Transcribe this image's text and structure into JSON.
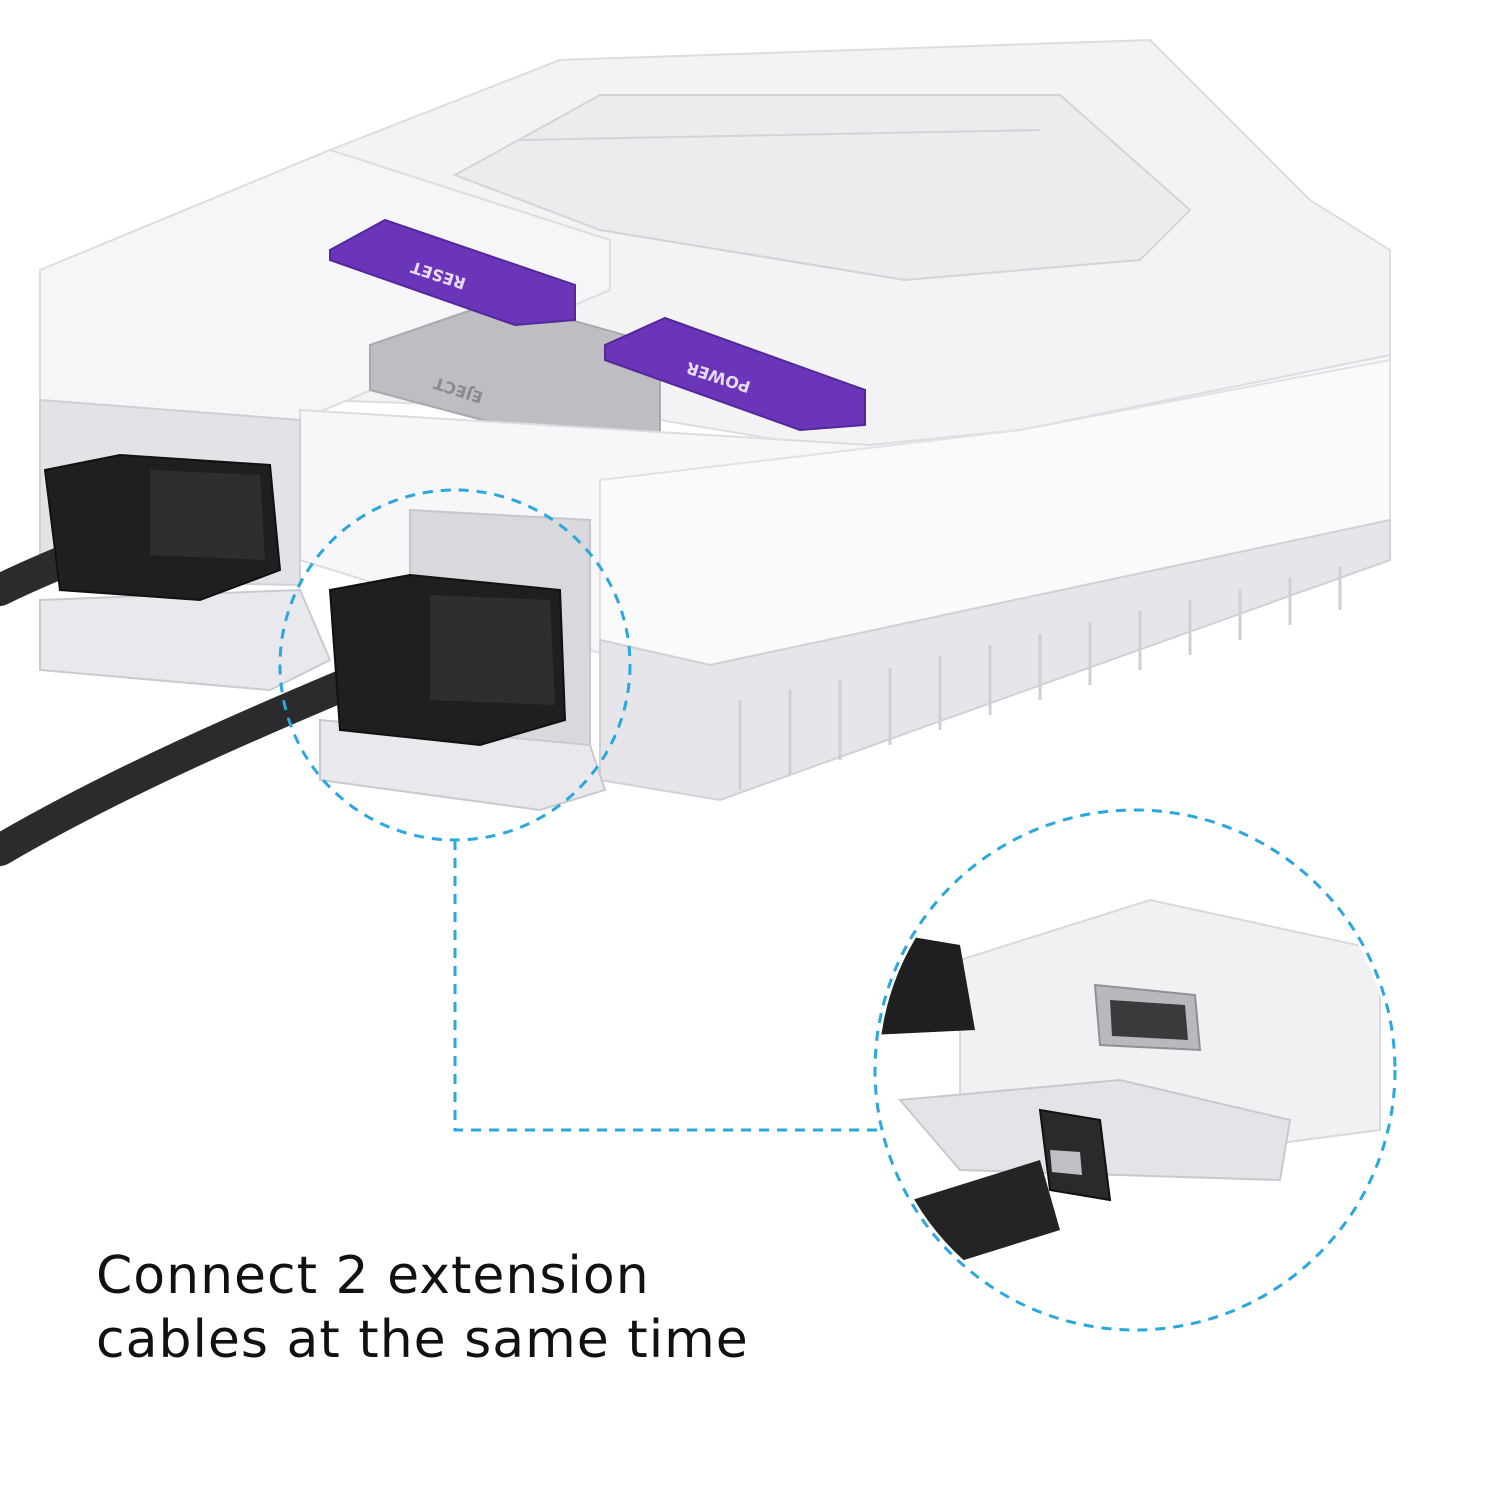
{
  "caption": {
    "line1": "Connect 2 extension",
    "line2": "cables at the same time"
  },
  "console": {
    "reset_label": "RESET",
    "power_label": "POWER",
    "eject_label": "EJECT"
  },
  "colors": {
    "console_body": "#f2f2f4",
    "console_shadow": "#d9d9de",
    "button_purple": "#6a35b8",
    "eject_grey": "#bdbdc2",
    "cable_black": "#2b2b2d",
    "highlight_dash": "#2aa7df",
    "caption_text": "#111111"
  }
}
